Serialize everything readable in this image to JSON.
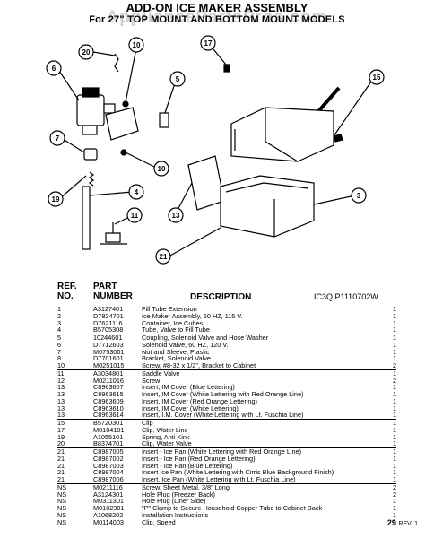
{
  "title": "ADD-ON ICE MAKER ASSEMBLY",
  "subtitle": "For 27\" TOP MOUNT AND BOTTOM MOUNT MODELS",
  "watermark": "AppliancePartsPros.com",
  "headers": {
    "ref": "REF.",
    "no": "NO.",
    "part": "PART",
    "number": "NUMBER",
    "description": "DESCRIPTION",
    "code": "IC3Q  P1110702W"
  },
  "callouts": [
    "20",
    "10",
    "17",
    "6",
    "5",
    "15",
    "7",
    "10",
    "19",
    "4",
    "13",
    "3",
    "11",
    "21"
  ],
  "parts": [
    {
      "ref": "1",
      "part": "A3127401",
      "desc": "Fill Tube Extension",
      "qty": "1"
    },
    {
      "ref": "2",
      "part": "D7824701",
      "desc": "Ice Maker Assembly, 60 HZ, 115 V.",
      "qty": "1"
    },
    {
      "ref": "3",
      "part": "D7621116",
      "desc": "Container, Ice Cubes",
      "qty": "1"
    },
    {
      "ref": "4",
      "part": "B5705308",
      "desc": "Tube, Valve to Fill Tube",
      "qty": "1"
    },
    {
      "ref": "5",
      "part": "10244601",
      "desc": "Coupling, Solenoid Valve and Hose Washer",
      "qty": "1"
    },
    {
      "ref": "6",
      "part": "D7712603",
      "desc": "Solenoid Valve, 60 HZ, 120 V.",
      "qty": "1"
    },
    {
      "ref": "7",
      "part": "M0753001",
      "desc": "Nut and Sleeve, Plastic",
      "qty": "1"
    },
    {
      "ref": "8",
      "part": "D7701601",
      "desc": "Bracket, Solenoid Valve",
      "qty": "1"
    },
    {
      "ref": "10",
      "part": "M0251015",
      "desc": "Screw, #8-32 x 1/2\", Bracket to Cabinet",
      "qty": "2"
    },
    {
      "ref": "11",
      "part": "A3034801",
      "desc": "Saddle Valve",
      "qty": "1"
    },
    {
      "ref": "12",
      "part": "M0211016",
      "desc": "Screw",
      "qty": "2"
    },
    {
      "ref": "13",
      "part": "C8963607",
      "desc": "Insert, IM Cover (Blue Lettering)",
      "qty": "1"
    },
    {
      "ref": "13",
      "part": "C8963615",
      "desc": "Insert, IM Cover (White Lettering with Red Orange Line)",
      "qty": "1"
    },
    {
      "ref": "13",
      "part": "C8963609",
      "desc": "Insert, IM Cover (Red Orange Lettering)",
      "qty": "1"
    },
    {
      "ref": "13",
      "part": "C8963610",
      "desc": "Insert, IM Cover (White Lettering)",
      "qty": "1"
    },
    {
      "ref": "13",
      "part": "C8963614",
      "desc": "Insert, I.M. Cover (White Lettering with Lt. Fuschia Line)",
      "qty": "1"
    },
    {
      "ref": "15",
      "part": "B5720301",
      "desc": "Clip",
      "qty": "1"
    },
    {
      "ref": "17",
      "part": "M0104101",
      "desc": "Clip, Water Line",
      "qty": "1"
    },
    {
      "ref": "19",
      "part": "A1055101",
      "desc": "Spring, Anti Kink",
      "qty": "1"
    },
    {
      "ref": "20",
      "part": "B8374701",
      "desc": "Clip, Water Valve",
      "qty": "1"
    },
    {
      "ref": "21",
      "part": "C8987005",
      "desc": "Insert - Ice Pan (White Lettering with Red Orange Line)",
      "qty": "1"
    },
    {
      "ref": "21",
      "part": "C8987002",
      "desc": "Insert - Ice Pan (Red Orange Lettering)",
      "qty": "1"
    },
    {
      "ref": "21",
      "part": "C8987003",
      "desc": "Insert - Ice Pan (Blue Lettering)",
      "qty": "1"
    },
    {
      "ref": "21",
      "part": "C8987004",
      "desc": "Insert Ice Pan (White Lettering with Cirris Blue Background Finish)",
      "qty": "1"
    },
    {
      "ref": "21",
      "part": "C8987006",
      "desc": "Insert, Ice Pan (White Lettering with Lt. Fuschia Line)",
      "qty": "1"
    },
    {
      "ref": "NS",
      "part": "M0211116",
      "desc": "Screw, Sheet Metal, 3/8\" Long",
      "qty": "2"
    },
    {
      "ref": "NS",
      "part": "A3124301",
      "desc": "Hole Plug (Freezer Back)",
      "qty": "2"
    },
    {
      "ref": "NS",
      "part": "M0311301",
      "desc": "Hole Plug (Liner Side)",
      "qty": "1"
    },
    {
      "ref": "NS",
      "part": "M0102301",
      "desc": "\"P\" Clamp to Secure Household Copper Tube to Cabinet Back",
      "qty": "1"
    },
    {
      "ref": "NS",
      "part": "A1068202",
      "desc": "Installation Instructions",
      "qty": "1"
    },
    {
      "ref": "NS",
      "part": "M0114003",
      "desc": "Clip, Speed",
      "qty": "1"
    }
  ],
  "rule_after_rows": [
    3,
    8,
    15,
    19,
    24
  ],
  "footer": {
    "page": "29",
    "rev": "REV. 1"
  }
}
